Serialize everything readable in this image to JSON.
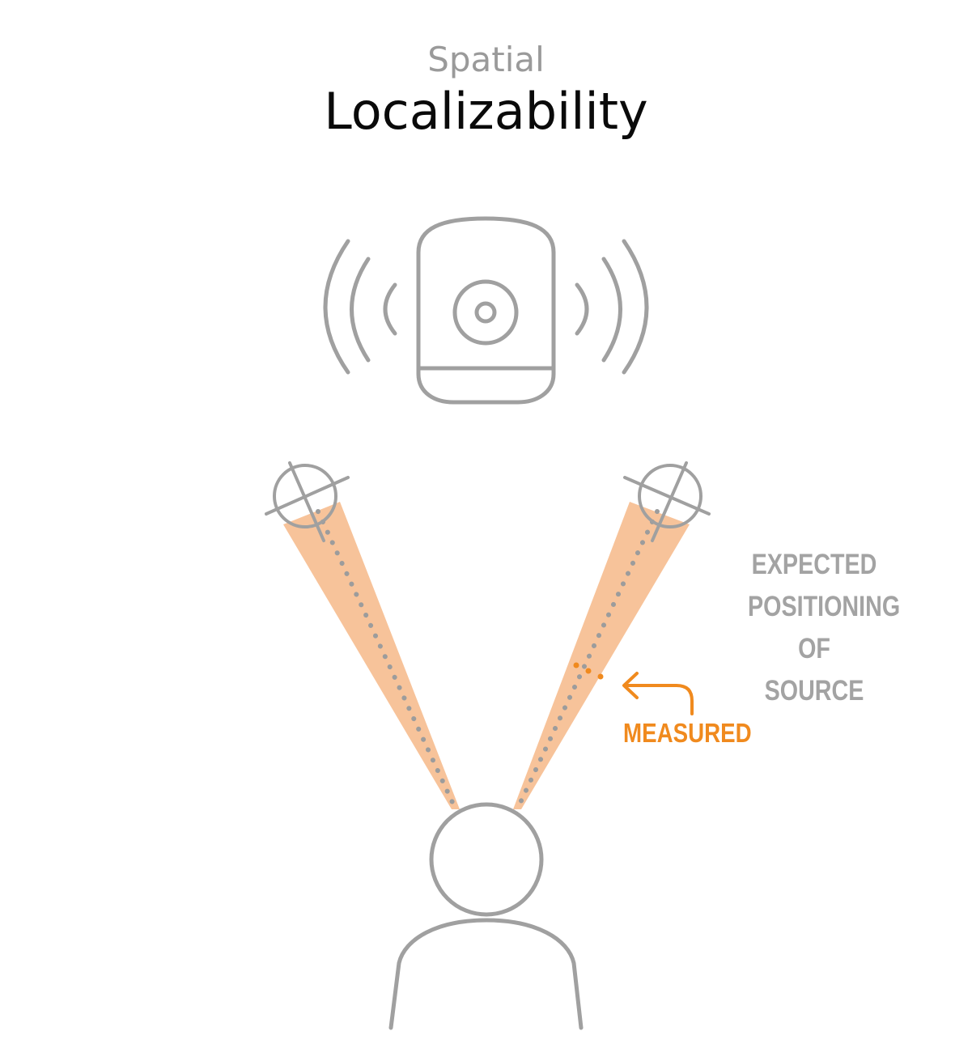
{
  "header": {
    "subtitle": "Spatial",
    "title": "Localizability"
  },
  "labels": {
    "expected": "EXPECTED\nPOSITIONING\nOF SOURCE",
    "measured": "MEASURED"
  },
  "colors": {
    "line_gray": "#a0a0a0",
    "text_gray": "#a3a3a3",
    "cone_fill": "#f7c39a",
    "accent_orange": "#f08a1e",
    "title_black": "#0a0a0a"
  }
}
